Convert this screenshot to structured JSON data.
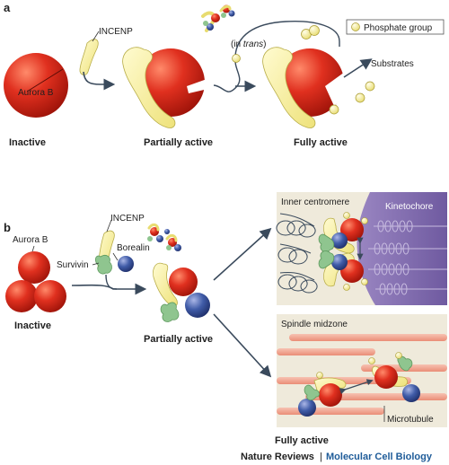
{
  "panel_a": {
    "panel_letter": "a",
    "incenp": "INCENP",
    "aurora_b": "Aurora B",
    "in_trans_open": "(in ",
    "in_trans_word": "trans",
    "in_trans_close": ")",
    "legend": "Phosphate group",
    "substrates": "Substrates",
    "state_inactive": "Inactive",
    "state_partial": "Partially active",
    "state_full": "Fully active"
  },
  "panel_b": {
    "panel_letter": "b",
    "aurora_b": "Aurora B",
    "survivin": "Survivin",
    "incenp": "INCENP",
    "borealin": "Borealin",
    "state_inactive": "Inactive",
    "state_partial": "Partially active",
    "state_full": "Fully active",
    "inner_centromere": "Inner centromere",
    "kinetochore": "Kinetochore",
    "spindle_midzone": "Spindle midzone",
    "microtubule": "Microtubule"
  },
  "credit": {
    "journal": "Nature Reviews",
    "separator": "|",
    "subject": "Molecular Cell Biology"
  },
  "colors": {
    "aurora_red": "#d8261c",
    "incenp_yellow": "#f6ef9a",
    "survivin_green": "#8fc58f",
    "borealin_blue": "#3f5ba6",
    "kinetochore_purple": "#8a74b4",
    "microtubule_pink": "#f2a48f",
    "box_bg": "#efeadb",
    "arrow": "#3a4a5c",
    "credit_blue": "#1f5c99"
  }
}
